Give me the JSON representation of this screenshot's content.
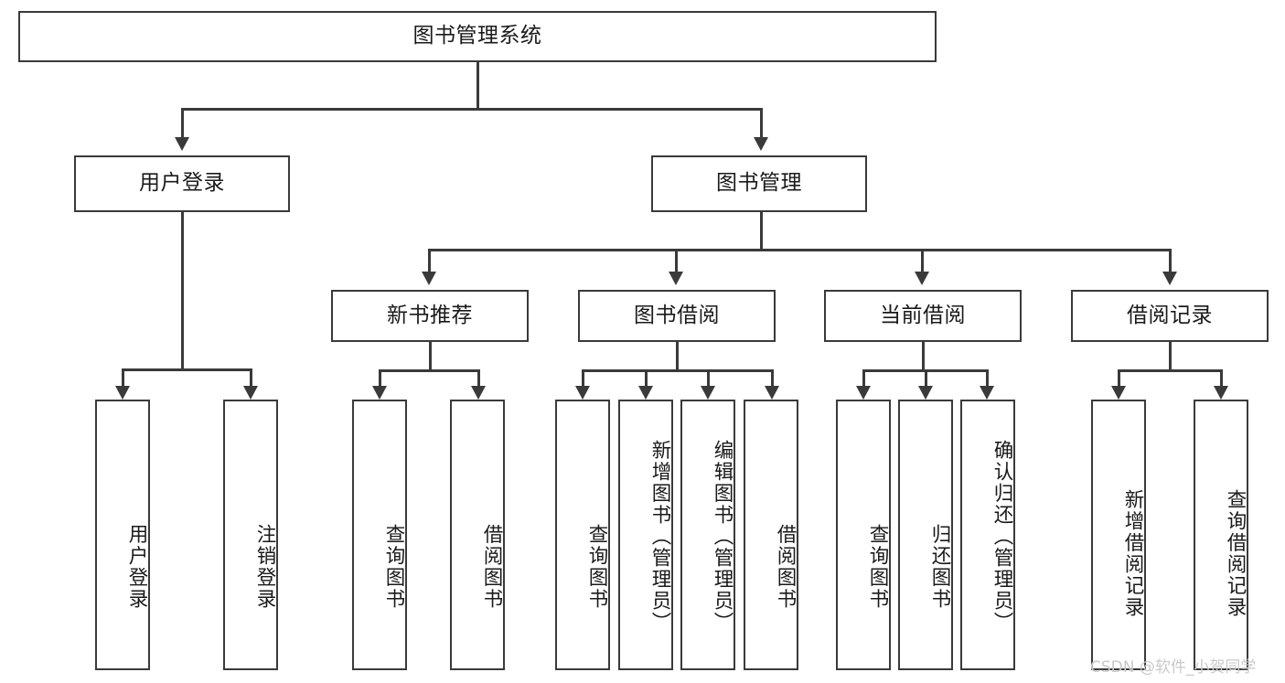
{
  "diagram": {
    "type": "tree-hierarchy-chart",
    "title": "图书管理系统",
    "root": {
      "label": "图书管理系统",
      "orientation": "horizontal"
    },
    "level2": [
      {
        "label": "用户登录",
        "orientation": "horizontal"
      },
      {
        "label": "图书管理",
        "orientation": "horizontal"
      }
    ],
    "level3": [
      {
        "label": "新书推荐",
        "orientation": "horizontal",
        "parent": "图书管理"
      },
      {
        "label": "图书借阅",
        "orientation": "horizontal",
        "parent": "图书管理"
      },
      {
        "label": "当前借阅",
        "orientation": "horizontal",
        "parent": "图书管理"
      },
      {
        "label": "借阅记录",
        "orientation": "horizontal",
        "parent": "图书管理"
      }
    ],
    "leaves": {
      "user_login": [
        {
          "label": "用户登录",
          "orientation": "vertical"
        },
        {
          "label": "注销登录",
          "orientation": "vertical"
        }
      ],
      "new_book_recommend": [
        {
          "label": "查询图书",
          "orientation": "vertical"
        },
        {
          "label": "借阅图书",
          "orientation": "vertical"
        }
      ],
      "book_borrow": [
        {
          "label": "查询图书",
          "orientation": "vertical"
        },
        {
          "label": "新增图书（管理员）",
          "orientation": "vertical"
        },
        {
          "label": "编辑图书（管理员）",
          "orientation": "vertical"
        },
        {
          "label": "借阅图书",
          "orientation": "vertical"
        }
      ],
      "current_borrow": [
        {
          "label": "查询图书",
          "orientation": "vertical"
        },
        {
          "label": "归还图书",
          "orientation": "vertical"
        },
        {
          "label": "确认归还（管理员）",
          "orientation": "vertical"
        }
      ],
      "borrow_record": [
        {
          "label": "新增借阅记录",
          "orientation": "vertical"
        },
        {
          "label": "查询借阅记录",
          "orientation": "vertical"
        }
      ]
    },
    "watermark": "CSDN @软件_小贺同学",
    "colors": {
      "stroke": "#3a3a3a",
      "fill": "#ffffff",
      "text": "#1a1a1a",
      "watermark": "#c9c9c9"
    }
  }
}
